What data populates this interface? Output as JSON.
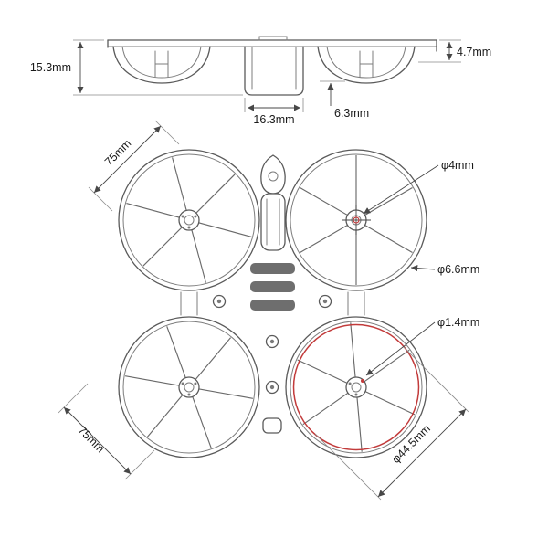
{
  "colors": {
    "outline": "#5a5a5a",
    "dimension": "#474747",
    "text": "#1a1a1a",
    "highlight": "#c23b3b"
  },
  "side_view": {
    "overall_height_label": "15.3mm",
    "edge_height_label": "4.7mm",
    "bay_width_label": "16.3mm",
    "bay_offset_label": "6.3mm"
  },
  "top_view": {
    "pitch_top_label": "75mm",
    "pitch_bottom_label": "75mm",
    "motor_shaft_label": "φ4mm",
    "duct_wall_label": "φ6.6mm",
    "screw_hole_label": "φ1.4mm",
    "prop_circle_label": "φ44.5mm"
  }
}
